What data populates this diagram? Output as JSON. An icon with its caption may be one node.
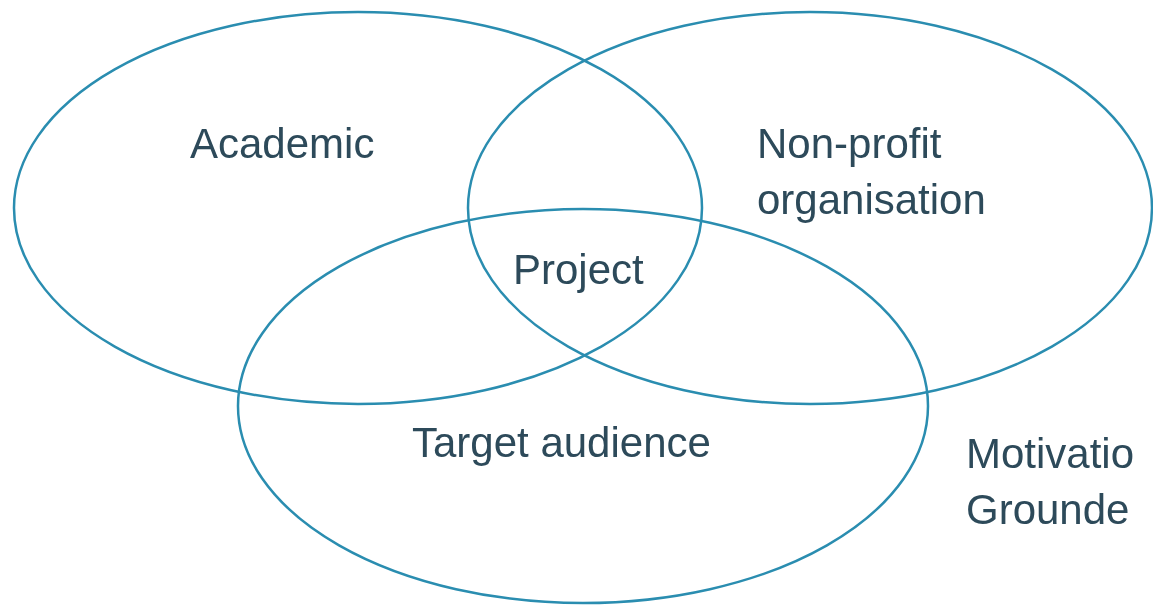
{
  "diagram": {
    "nodes": [
      {
        "text": [
          "Academic"
        ]
      },
      {
        "text": [
          "Non-profit organisation"
        ]
      },
      {
        "text": [
          "Target audience"
        ]
      }
    ],
    "labels": [
      "Project",
      "Motivatio Grounde"
    ]
  }
}
